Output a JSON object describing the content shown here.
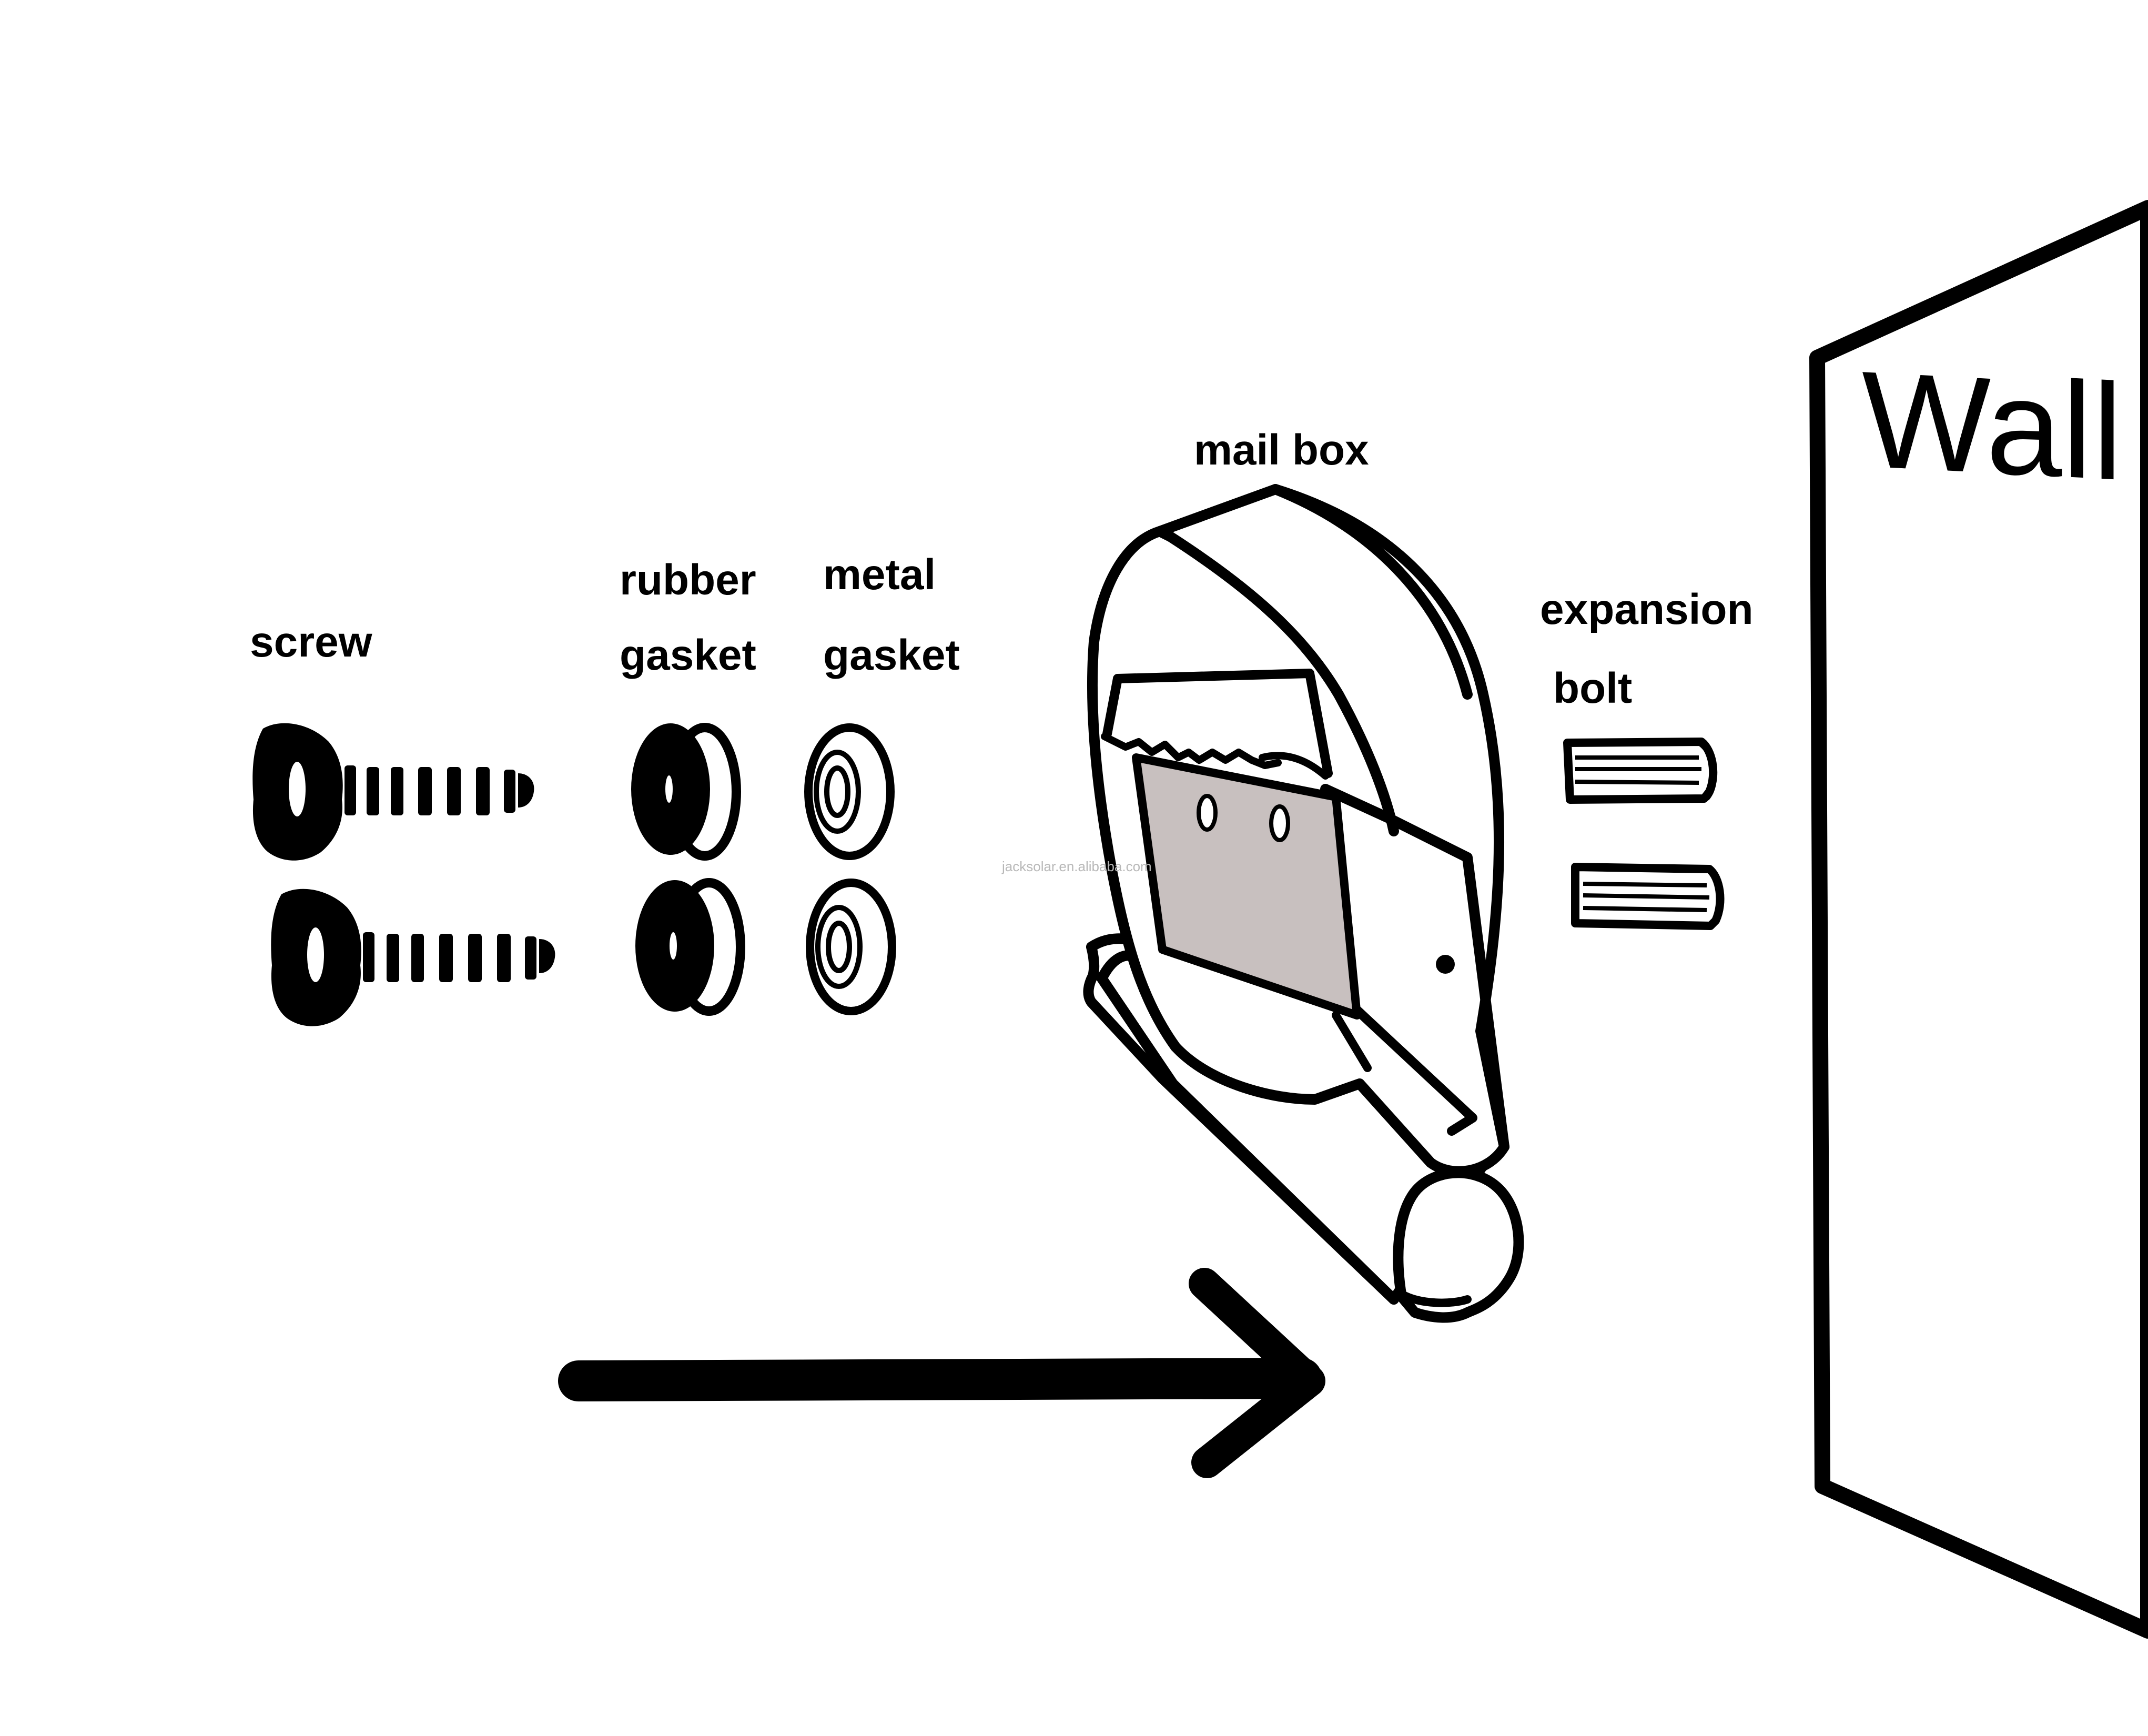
{
  "labels": {
    "screw": "screw",
    "rubber_gasket_line1": "rubber",
    "rubber_gasket_line2": "gasket",
    "metal_gasket_line1": "metal",
    "metal_gasket_line2": "gasket",
    "mail_box": "mail box",
    "expansion_bolt_line1": "expansion",
    "expansion_bolt_line2": "bolt",
    "wall": "Wall"
  },
  "watermark": "jacksolar.en.alibaba.com",
  "icons": [
    "screw-icon",
    "rubber-gasket-icon",
    "metal-gasket-icon",
    "mailbox-icon",
    "expansion-bolt-icon",
    "arrow-right-icon",
    "wall-panel-icon"
  ],
  "colors": {
    "ink": "#000000",
    "mailbox_plate": "#c8c0bf",
    "background": "#ffffff"
  }
}
